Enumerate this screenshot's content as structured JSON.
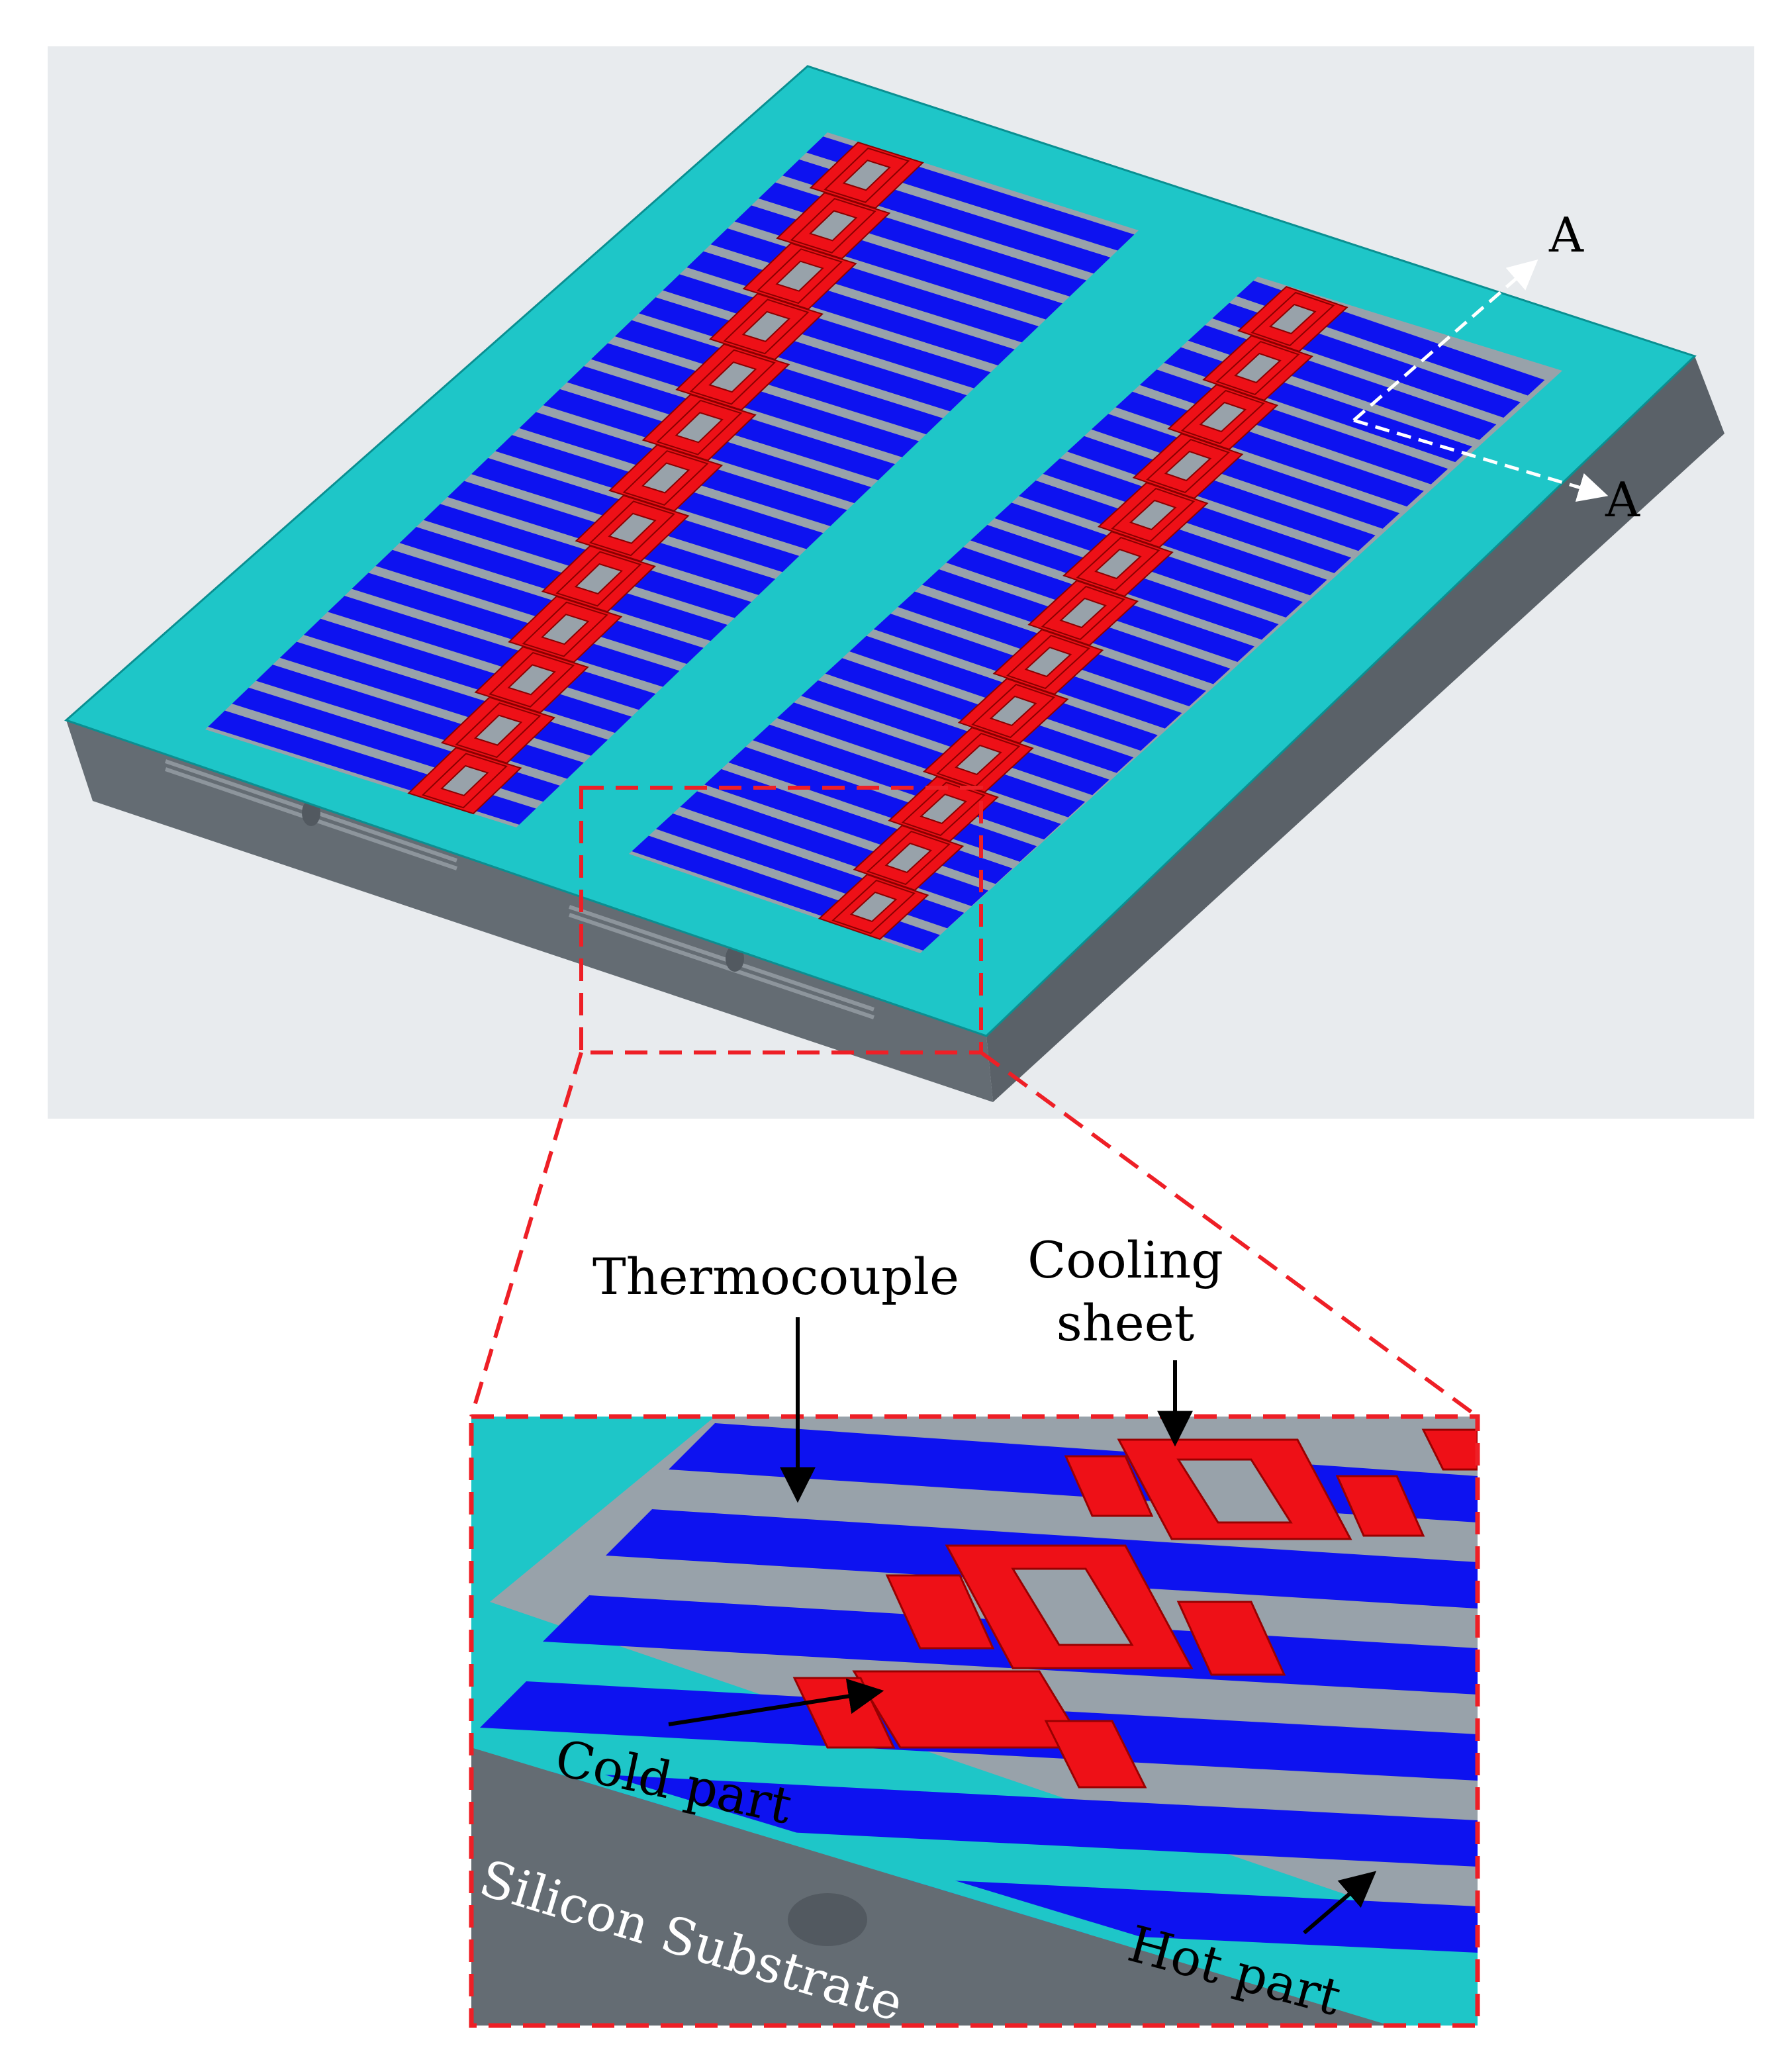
{
  "section_label_top": "A",
  "section_label_bottom": "A",
  "labels": {
    "thermocouple": "Thermocouple",
    "cooling_sheet_line1": "Cooling",
    "cooling_sheet_line2": "sheet",
    "cold_part": "Cold part",
    "hot_part": "Hot part",
    "silicon_substrate": "Silicon Substrate"
  },
  "colors": {
    "background_panel": "#e8ebee",
    "frame_cyan": "#1ec6c8",
    "substrate_gray": "#646c73",
    "thermocouple_blue": "#0d12f0",
    "cooling_red": "#ee1017",
    "trench_gray": "#98a2aa",
    "dashed_red": "#ee1f26"
  },
  "structure": {
    "arrays": 2,
    "strips_per_array": 26,
    "cooling_pads_left": 13,
    "cooling_pads_right": 13
  }
}
